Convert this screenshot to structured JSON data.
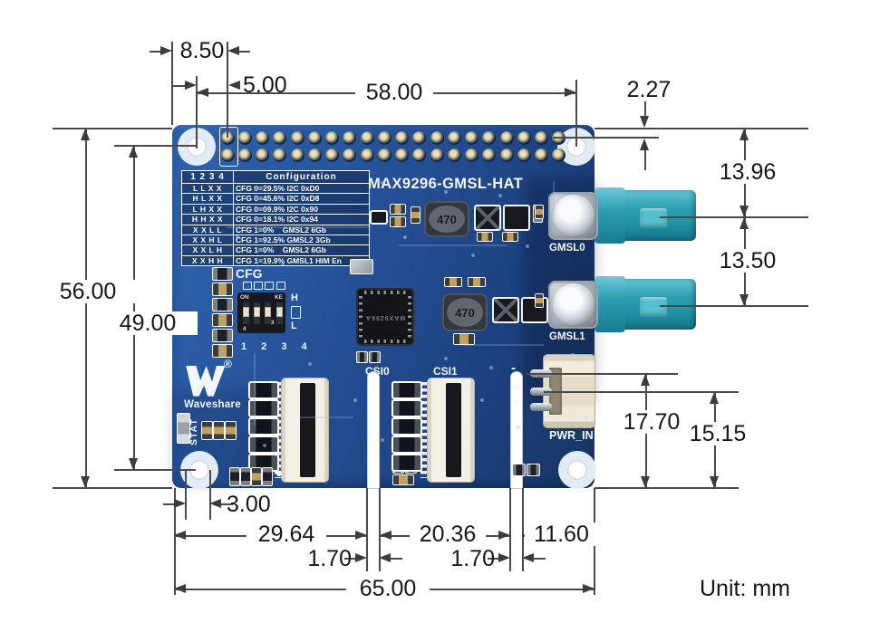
{
  "unit_note": "Unit: mm",
  "dims": {
    "margin_left": "8.50",
    "hole_to_pin1": "5.00",
    "hole_span_horizontal": "58.00",
    "edge_to_pin_row": "2.27",
    "board_height": "56.00",
    "hole_span_vertical": "49.00",
    "edge_to_gmsl0": "13.96",
    "gmsl0_to_gmsl1": "13.50",
    "hole_diameter": "3.00",
    "bottom_left_segment": "29.64",
    "notch_left": "1.70",
    "bottom_middle_segment": "20.36",
    "notch_right": "1.70",
    "bottom_right_segment": "11.60",
    "board_width": "65.00",
    "pwr_pin_top_to_edge": "17.70",
    "pwr_pin_mid_to_edge": "15.15"
  },
  "board": {
    "title": "MAX9296-GMSL-HAT",
    "brand": "Waveshare",
    "registered": "®",
    "stat_label": "STAT",
    "cfg_label": "CFG",
    "csi0_label": "CSI0",
    "csi1_label": "CSI1",
    "pwr_label": "PWR_IN",
    "gmsl0_label": "GMSL0",
    "gmsl1_label": "GMSL1",
    "inductor_value": "470",
    "ic_marking": "MAX9296A",
    "pwr_pins": [
      "-",
      "+",
      "+"
    ],
    "dip": {
      "on": "ON",
      "ke": "KE",
      "body_numbers": "1 2 3 4",
      "silk_numbers": "1 2 3 4",
      "high": "H",
      "low": "L"
    },
    "config_table": {
      "col1_header": "1 2 3 4",
      "col2_header": "Configuration",
      "rows": [
        [
          "L L X X",
          "CFG 0=29.5% I2C 0xD0"
        ],
        [
          "H L X X",
          "CFG 0=45.6% I2C 0xD8"
        ],
        [
          "L H X X",
          "CFG 0=09.9% I2C 0x90"
        ],
        [
          "H H X X",
          "CFG 0=18.1% I2C 0x94"
        ],
        [
          "X X L L",
          "CFG 1=0%    GMSL2 6Gb"
        ],
        [
          "X X H L",
          "CFG 1=92.5% GMSL2 3Gb"
        ],
        [
          "X X L H",
          "CFG 1=0%    GMSL2 6Gb"
        ],
        [
          "X X H H",
          "CFG 1=19.9% GMSL1 HIM En"
        ]
      ]
    }
  }
}
